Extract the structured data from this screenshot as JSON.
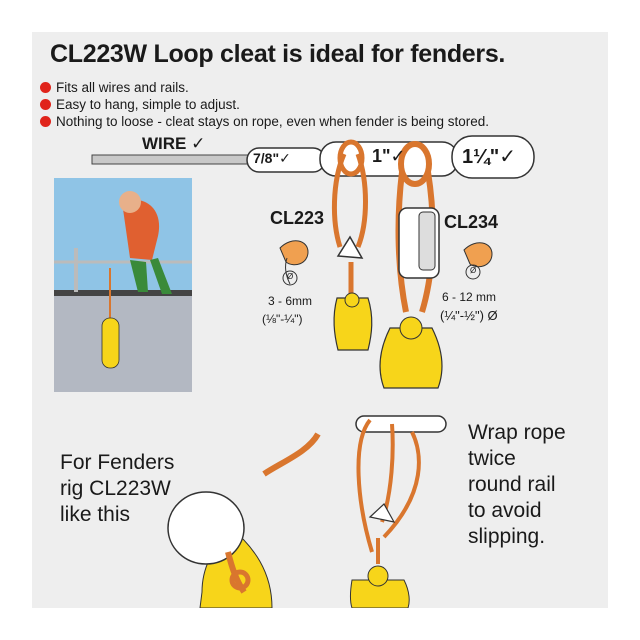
{
  "title": "CL223W Loop cleat is ideal for fenders.",
  "bullets": [
    "Fits all wires and rails.",
    "Easy to hang, simple to adjust.",
    "Nothing to loose - cleat stays on rope, even when fender is being stored."
  ],
  "wire_label": "WIRE",
  "rail_sizes": [
    "7/8\"",
    "1\"",
    "1¼\""
  ],
  "models": [
    {
      "name": "CL223",
      "range_mm": "3 - 6mm",
      "range_in": "(⅛\"-¼\")"
    },
    {
      "name": "CL234",
      "range_mm": "6 - 12 mm",
      "range_in": "(¼\"-½\") Ø"
    }
  ],
  "diameter_symbol": "Ø",
  "fender_text": [
    "For Fenders",
    "rig CL223W",
    "like this"
  ],
  "wrap_text": [
    "Wrap rope",
    "twice",
    "round rail",
    "to avoid",
    "slipping."
  ],
  "colors": {
    "rope": "#d9762e",
    "fender": "#f7d51a",
    "bullet": "#e0241b"
  }
}
